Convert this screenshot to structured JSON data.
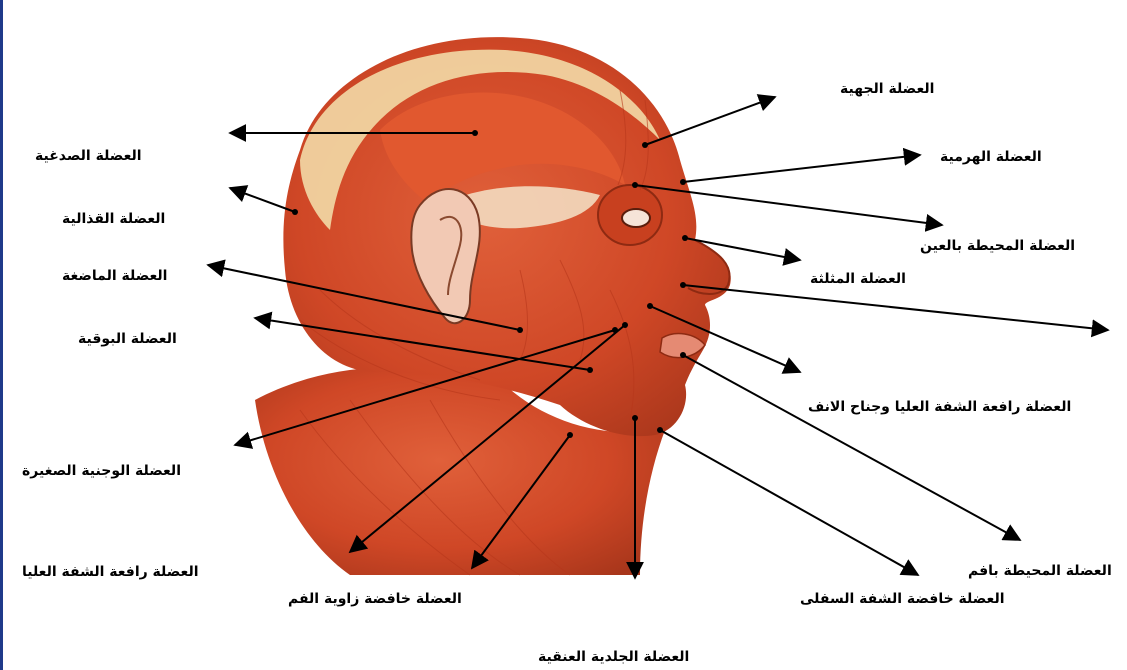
{
  "labels": {
    "frontalis": "العضلة الجهية",
    "procerus": "العضلة الهرمية",
    "orbicularis_oculi": "العضلة المحيطة بالعين",
    "nasalis": "العضلة المثلثة",
    "lab_nasi": "العضلة رافعة الشفة العليا وجناح الانف",
    "orbicularis_oris": "العضلة المحيطة بافم",
    "depressor_labii": "العضلة خافضة الشفة السفلى",
    "platysma": "العضلة الجلدية العنقية",
    "depressor_anguli": "العضلة خافضة زاوية الفم",
    "levator_labii": "العضلة رافعة الشفة العليا",
    "zygomaticus_minor": "العضلة الوجنية الصغيرة",
    "buccinator": "العضلة البوقية",
    "masseter": "العضلة الماضغة",
    "occipitalis": "العضلة القذالية",
    "temporalis": "العضلة الصدغية"
  },
  "colors": {
    "muscle": "#d9502a",
    "muscle_dark": "#b7371b",
    "tendon": "#f1d7a8",
    "arrow": "#000000",
    "frame_edge": "#1f3a8a"
  }
}
